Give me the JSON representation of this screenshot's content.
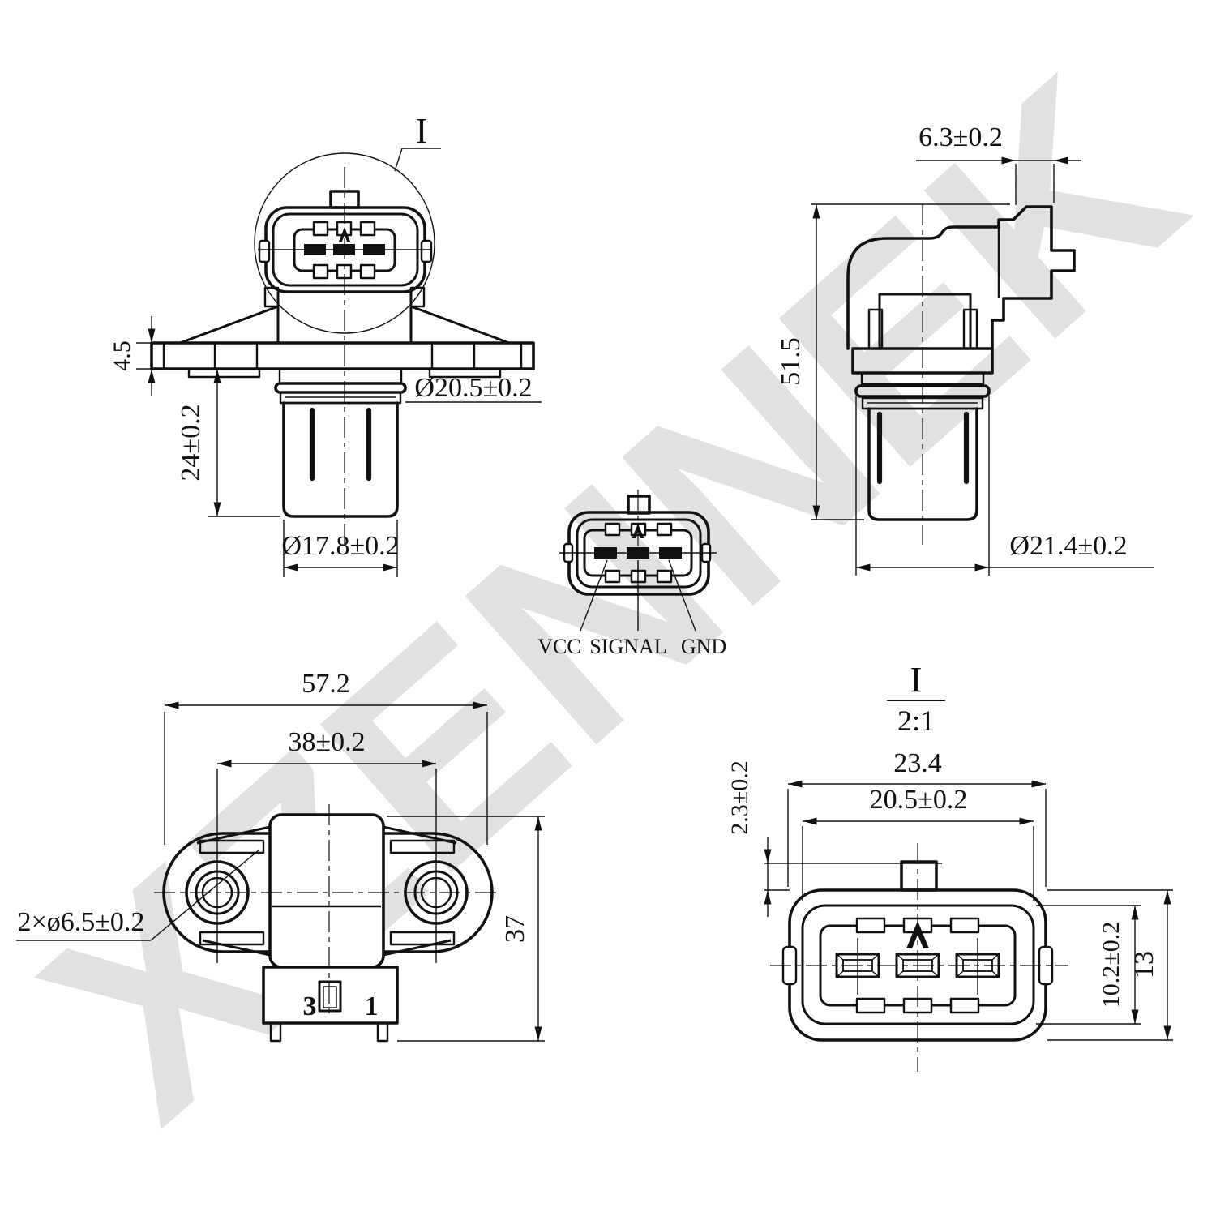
{
  "watermark": {
    "text": "XZENNEK"
  },
  "front_view": {
    "callout_label": "I",
    "dim_flange_thickness": "4.5",
    "dim_body_length": "24±0.2",
    "dim_ring_diameter": "Ø20.5±0.2",
    "dim_probe_diameter": "Ø17.8±0.2"
  },
  "side_view": {
    "dim_lip_width": "6.3±0.2",
    "dim_overall_height": "51.5",
    "dim_tip_diameter": "Ø21.4±0.2"
  },
  "pinout_view": {
    "pin_vcc": "VCC",
    "pin_signal": "SIGNAL",
    "pin_gnd": "GND"
  },
  "top_view": {
    "dim_overall_width": "57.2",
    "dim_hole_spacing": "38±0.2",
    "dim_hole_diameter": "2×ø6.5±0.2",
    "dim_overall_depth": "37",
    "pin_label_3": "3",
    "pin_label_1": "1"
  },
  "detail_view": {
    "title": "I",
    "scale": "2:1",
    "dim_outer_width": "23.4",
    "dim_inner_width": "20.5±0.2",
    "dim_tab_height": "2.3±0.2",
    "dim_inner_height": "10.2±0.2",
    "dim_outer_height": "13"
  }
}
